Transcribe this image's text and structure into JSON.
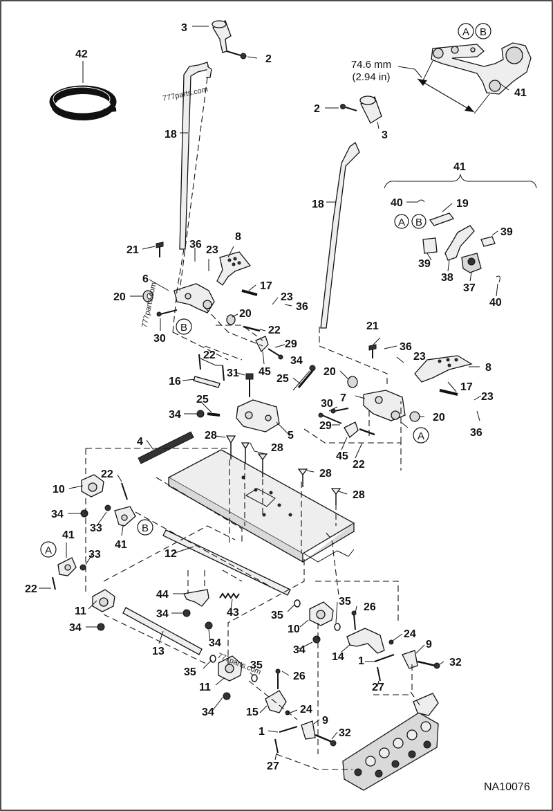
{
  "diagram": {
    "code": "NA10076",
    "dimension": {
      "mm": "74.6 mm",
      "in": "(2.94 in)"
    },
    "watermark": "777parts.com",
    "circle_labels": {
      "a": "A",
      "b": "B"
    },
    "callouts": {
      "c1": "1",
      "c2": "2",
      "c3": "3",
      "c4": "4",
      "c5": "5",
      "c6": "6",
      "c7": "7",
      "c8": "8",
      "c9": "9",
      "c10": "10",
      "c11": "11",
      "c12": "12",
      "c13": "13",
      "c14": "14",
      "c15": "15",
      "c16": "16",
      "c17": "17",
      "c18": "18",
      "c19": "19",
      "c20": "20",
      "c21": "21",
      "c22": "22",
      "c23": "23",
      "c24": "24",
      "c25": "25",
      "c26": "26",
      "c27": "27",
      "c28": "28",
      "c29": "29",
      "c30": "30",
      "c31": "31",
      "c32": "32",
      "c33": "33",
      "c34": "34",
      "c35": "35",
      "c36": "36",
      "c37": "37",
      "c38": "38",
      "c39": "39",
      "c40": "40",
      "c41": "41",
      "c42": "42",
      "c43": "43",
      "c44": "44",
      "c45": "45"
    }
  }
}
